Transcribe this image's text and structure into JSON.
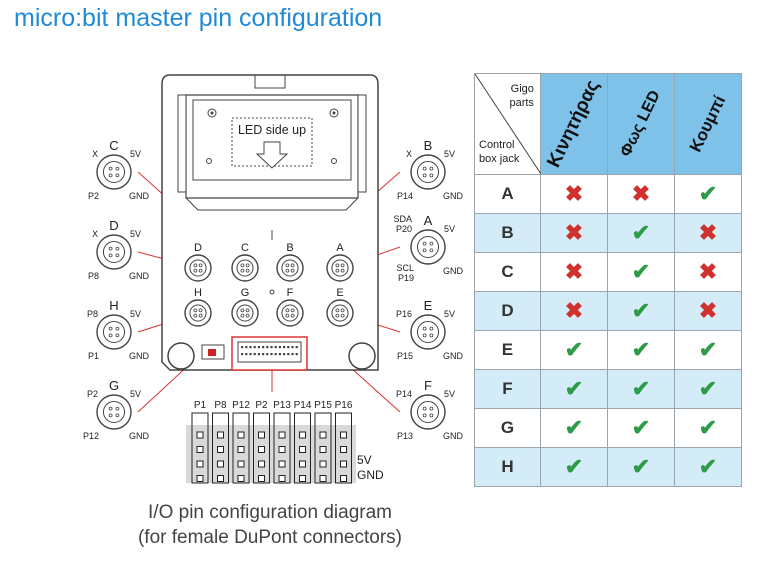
{
  "title": "micro:bit master pin configuration",
  "board": {
    "led_side_label": "LED side up",
    "ports": [
      {
        "letter": "D"
      },
      {
        "letter": "C"
      },
      {
        "letter": "B"
      },
      {
        "letter": "A"
      },
      {
        "letter": "H"
      },
      {
        "letter": "G"
      },
      {
        "letter": "F"
      },
      {
        "letter": "E"
      }
    ]
  },
  "jacks": [
    {
      "letter": "C",
      "tl": "X",
      "tr": "5V",
      "bl": "P2",
      "br": "GND"
    },
    {
      "letter": "D",
      "tl": "X",
      "tr": "5V",
      "bl": "P8",
      "br": "GND"
    },
    {
      "letter": "H",
      "tl": "P8",
      "tr": "5V",
      "bl": "P1",
      "br": "GND"
    },
    {
      "letter": "G",
      "tl": "P2",
      "tr": "5V",
      "bl": "P12",
      "br": "GND"
    },
    {
      "letter": "B",
      "tl": "X",
      "tr": "5V",
      "bl": "P14",
      "br": "GND"
    },
    {
      "letter": "A",
      "tl": "SDA\nP20",
      "tr": "5V",
      "bl": "SCL\nP19",
      "br": "GND"
    },
    {
      "letter": "E",
      "tl": "P16",
      "tr": "5V",
      "bl": "P15",
      "br": "GND"
    },
    {
      "letter": "F",
      "tl": "P14",
      "tr": "5V",
      "bl": "P13",
      "br": "GND"
    }
  ],
  "header": {
    "pins": [
      "P1",
      "P8",
      "P12",
      "P2",
      "P13",
      "P14",
      "P15",
      "P16"
    ],
    "row_labels": [
      "5V",
      "GND"
    ]
  },
  "caption": {
    "line1": "I/O pin configuration diagram",
    "line2": "(for female DuPont connectors)"
  },
  "table": {
    "corner_top": "Gigo\nparts",
    "corner_bottom": "Control\nbox jack",
    "columns": [
      "Κινητήρας",
      "Φως LED",
      "Κουμπί"
    ],
    "rows": [
      {
        "jack": "A",
        "values": [
          false,
          false,
          true
        ]
      },
      {
        "jack": "B",
        "values": [
          false,
          true,
          false
        ]
      },
      {
        "jack": "C",
        "values": [
          false,
          true,
          false
        ]
      },
      {
        "jack": "D",
        "values": [
          false,
          true,
          false
        ]
      },
      {
        "jack": "E",
        "values": [
          true,
          true,
          true
        ]
      },
      {
        "jack": "F",
        "values": [
          true,
          true,
          true
        ]
      },
      {
        "jack": "G",
        "values": [
          true,
          true,
          true
        ]
      },
      {
        "jack": "H",
        "values": [
          true,
          true,
          true
        ]
      }
    ],
    "yes_color": "#2e9b49",
    "no_color": "#d0312d",
    "header_color": "#7ec2ea",
    "alt_row_color": "#d3ecf8"
  }
}
